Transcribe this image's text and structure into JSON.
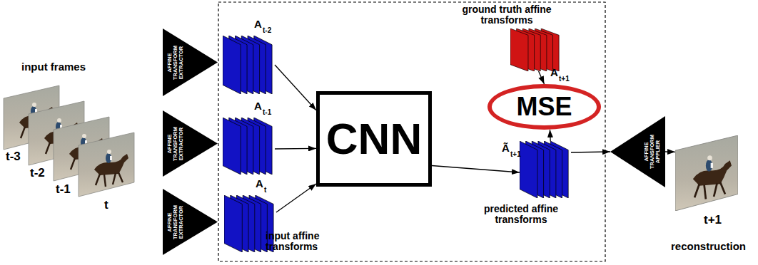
{
  "diagram": {
    "nodes": [
      {
        "text": [
          "AFFINE TRANSFORM EXTRACTOR"
        ]
      },
      {
        "text": [
          "AFFINE TRANSFORM EXTRACTOR"
        ]
      },
      {
        "text": [
          "AFFINE TRANSFORM EXTRACTOR"
        ]
      },
      {
        "text": [
          "A",
          "t-2"
        ]
      },
      {
        "text": [
          "A",
          "t-1"
        ]
      },
      {
        "text": [
          "A",
          "t"
        ]
      },
      {
        "text": [
          "CNN"
        ]
      },
      {
        "text": [
          "ground truth affine transforms",
          "A",
          "t+1"
        ]
      },
      {
        "text": [
          "MSE"
        ]
      },
      {
        "text": [
          "Ã",
          "t+1",
          "predicted affine transforms"
        ]
      },
      {
        "text": [
          "AFFINE TRANSFORM APPLIER"
        ]
      },
      {
        "text": [
          "t+1",
          "reconstruction"
        ]
      }
    ],
    "edges": [
      {
        "from": 3,
        "to": 6,
        "arrow": "to"
      },
      {
        "from": 4,
        "to": 6,
        "arrow": "to"
      },
      {
        "from": 5,
        "to": 6,
        "arrow": "to"
      },
      {
        "from": 6,
        "to": 9,
        "arrow": "to"
      },
      {
        "from": 7,
        "to": 8,
        "arrow": "to"
      },
      {
        "from": 9,
        "to": 8,
        "arrow": "to"
      },
      {
        "from": 9,
        "to": 10,
        "arrow": "to"
      },
      {
        "from": 10,
        "to": 11,
        "arrow": "to"
      }
    ],
    "labels": [
      "input frames",
      "t-3",
      "t-2",
      "t-1",
      "t",
      "input affine transforms"
    ]
  }
}
